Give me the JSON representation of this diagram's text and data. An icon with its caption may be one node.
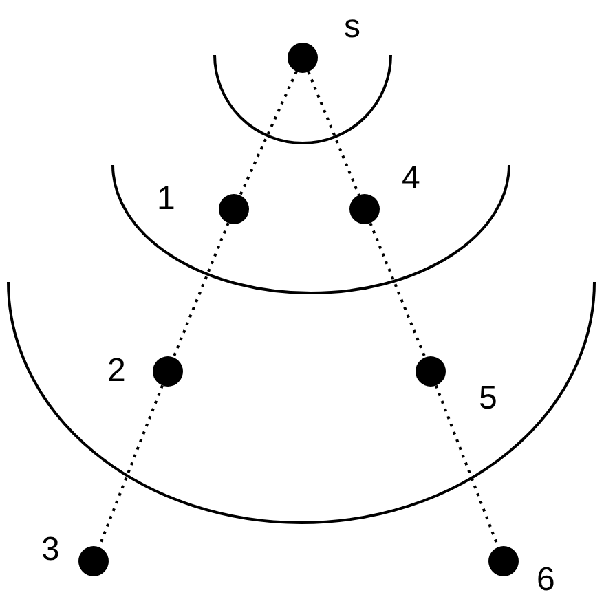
{
  "diagram": {
    "nodes": [
      {
        "text": [],
        "shape": "circle",
        "beside": [
          "s"
        ]
      },
      {
        "text": [],
        "shape": "circle",
        "beside": [
          "1"
        ]
      },
      {
        "text": [],
        "shape": "circle",
        "beside": [
          "4"
        ]
      },
      {
        "text": [],
        "shape": "circle",
        "beside": [
          "2"
        ]
      },
      {
        "text": [],
        "shape": "circle",
        "beside": [
          "5"
        ]
      },
      {
        "text": [],
        "shape": "circle",
        "beside": [
          "3"
        ]
      },
      {
        "text": [],
        "shape": "circle",
        "beside": [
          "6"
        ]
      }
    ],
    "edges": [
      {
        "from": 0,
        "to": 1,
        "arrow": "none",
        "style": "dashed"
      },
      {
        "from": 1,
        "to": 3,
        "arrow": "none",
        "style": "dashed"
      },
      {
        "from": 3,
        "to": 5,
        "arrow": "none",
        "style": "dashed"
      },
      {
        "from": 0,
        "to": 2,
        "arrow": "none",
        "style": "dashed"
      },
      {
        "from": 2,
        "to": 4,
        "arrow": "none",
        "style": "dashed"
      },
      {
        "from": 4,
        "to": 6,
        "arrow": "none",
        "style": "dashed"
      }
    ]
  }
}
